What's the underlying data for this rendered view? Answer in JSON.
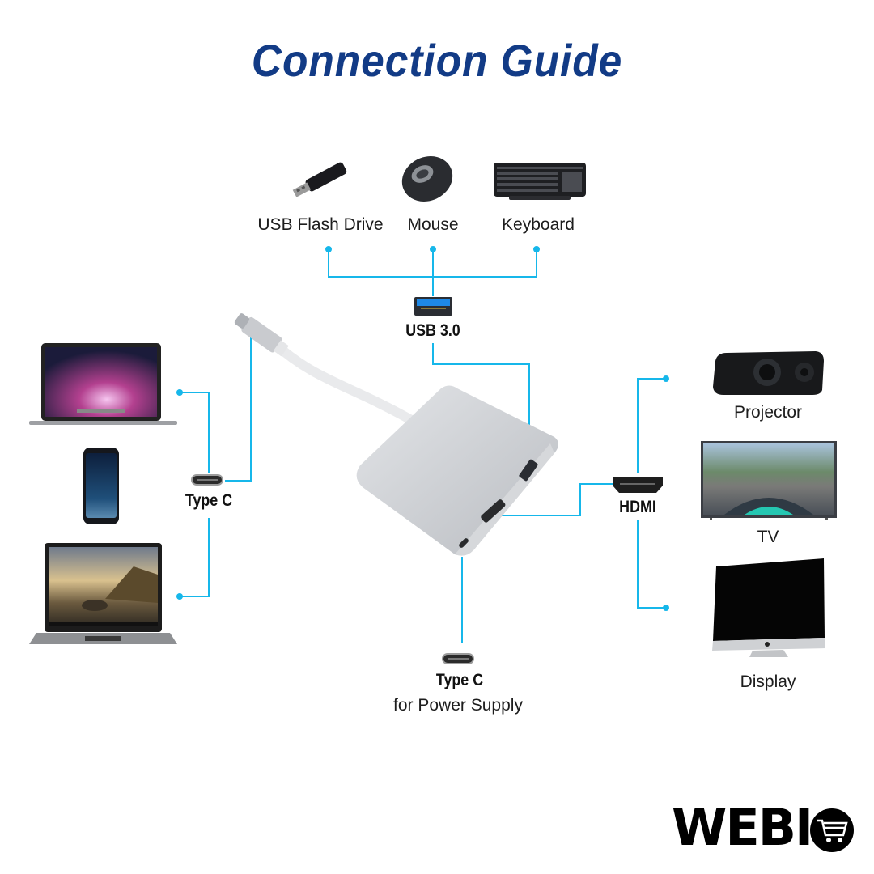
{
  "title": "Connection Guide",
  "colors": {
    "title": "#123b86",
    "connector_line": "#16b7ea",
    "usb_blue": "#1e88e5"
  },
  "top_devices": [
    {
      "label": "USB Flash Drive",
      "icon": "usb-flash-drive-icon"
    },
    {
      "label": "Mouse",
      "icon": "mouse-icon"
    },
    {
      "label": "Keyboard",
      "icon": "keyboard-icon"
    }
  ],
  "left_devices": [
    {
      "name": "macbook",
      "icon": "laptop-icon"
    },
    {
      "name": "smartphone",
      "icon": "smartphone-icon"
    },
    {
      "name": "chromebook",
      "icon": "laptop-icon"
    }
  ],
  "right_devices": [
    {
      "label": "Projector",
      "icon": "projector-icon"
    },
    {
      "label": "TV",
      "icon": "tv-icon"
    },
    {
      "label": "Display",
      "icon": "monitor-icon"
    }
  ],
  "ports": {
    "usb": {
      "label": "USB 3.0",
      "icon": "usb-port-icon"
    },
    "typec_input": {
      "label": "Type C",
      "icon": "type-c-port-icon"
    },
    "hdmi": {
      "label": "HDMI",
      "icon": "hdmi-port-icon"
    },
    "typec_power": {
      "label": "Type C",
      "sublabel": "for Power Supply",
      "icon": "type-c-port-icon"
    }
  },
  "brand": {
    "text": "WEBI",
    "icon": "shopping-cart-icon"
  }
}
